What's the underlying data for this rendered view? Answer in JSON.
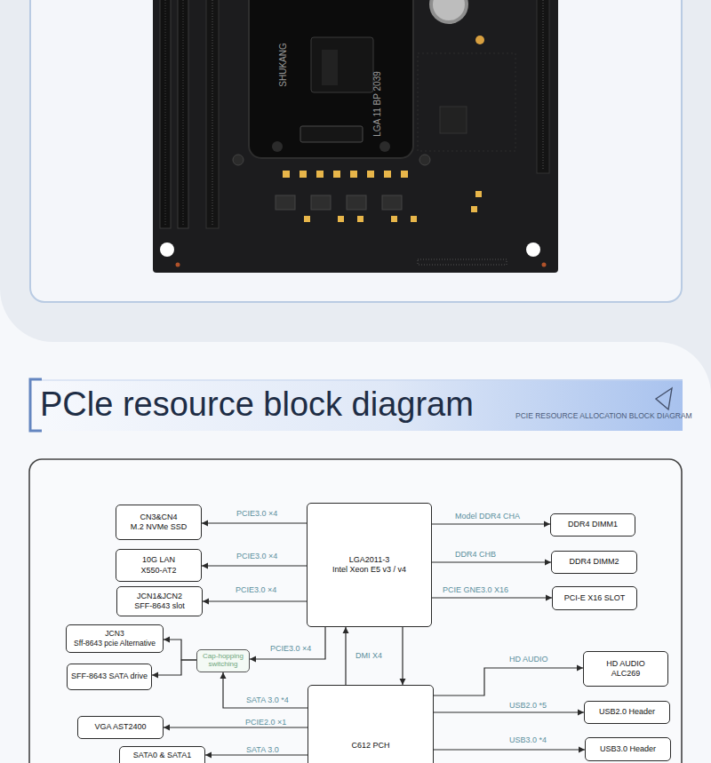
{
  "diagram": {
    "title": "PCle resource block diagram",
    "nodes": [
      {
        "text": [
          "CN3&CN4",
          "M.2 NVMe SSD"
        ]
      },
      {
        "text": [
          "LGA2011-3",
          "Intel Xeon E5 v3 / v4"
        ]
      },
      {
        "text": [
          "DDR4 DIMM1"
        ]
      },
      {
        "text": [
          "10G LAN",
          "X550-AT2"
        ]
      },
      {
        "text": [
          "DDR4 DIMM2"
        ]
      },
      {
        "text": [
          "JCN1&JCN2",
          "SFF-8643 slot"
        ]
      },
      {
        "text": [
          "PCI-E X16 SLOT"
        ]
      },
      {
        "text": [
          "JCN3",
          "Sff-8643 pcie Alternative"
        ]
      },
      {
        "text": [
          "Cap-hopping switching"
        ]
      },
      {
        "text": [
          "HD AUDIO",
          "ALC269"
        ]
      },
      {
        "text": [
          "SFF-8643 SATA drive"
        ]
      },
      {
        "text": [
          "C612 PCH"
        ]
      },
      {
        "text": [
          "USB2.0 Header"
        ]
      },
      {
        "text": [
          "VGA AST2400"
        ]
      },
      {
        "text": [
          "USB3.0 Header"
        ]
      },
      {
        "text": [
          "SATA0 & SATA1"
        ]
      }
    ],
    "edges": [
      {
        "from": 1,
        "to": 0,
        "label": "PCIE3.0 ×4",
        "arrow": "to"
      },
      {
        "from": 1,
        "to": 3,
        "label": "PCIE3.0 ×4",
        "arrow": "to"
      },
      {
        "from": 1,
        "to": 5,
        "label": "PCIE3.0 ×4",
        "arrow": "to"
      },
      {
        "from": 1,
        "to": 2,
        "label": "Model DDR4 CHA",
        "arrow": "to"
      },
      {
        "from": 1,
        "to": 4,
        "label": "DDR4 CHB",
        "arrow": "to"
      },
      {
        "from": 1,
        "to": 6,
        "label": "PCIE GNE3.0 X16",
        "arrow": "to"
      },
      {
        "from": 1,
        "to": 8,
        "label": "PCIE3.0 ×4",
        "arrow": "to"
      },
      {
        "from": 8,
        "to": 7,
        "arrow": "to"
      },
      {
        "from": 8,
        "to": 10,
        "arrow": "to"
      },
      {
        "from": 1,
        "to": 11,
        "arrow": "to"
      },
      {
        "from": 11,
        "to": 1,
        "label": "DMI X4",
        "arrow": "to"
      },
      {
        "from": 11,
        "to": 8,
        "label": "SATA 3.0 *4",
        "arrow": "to"
      },
      {
        "from": 11,
        "to": 13,
        "label": "PCIE2.0 ×1",
        "arrow": "to"
      },
      {
        "from": 11,
        "to": 15,
        "label": "SATA 3.0",
        "arrow": "to"
      },
      {
        "from": 11,
        "to": 9,
        "label": "HD AUDIO",
        "arrow": "to"
      },
      {
        "from": 11,
        "to": 12,
        "label": "USB2.0 *5",
        "arrow": "to"
      },
      {
        "from": 11,
        "to": 14,
        "label": "USB3.0 *4",
        "arrow": "to"
      }
    ],
    "labels": [
      "PCIE RESOURCE ALLOCATION BLOCK DIAGRAM",
      "SHUKANG",
      "LGA 11 BP 2039"
    ]
  }
}
